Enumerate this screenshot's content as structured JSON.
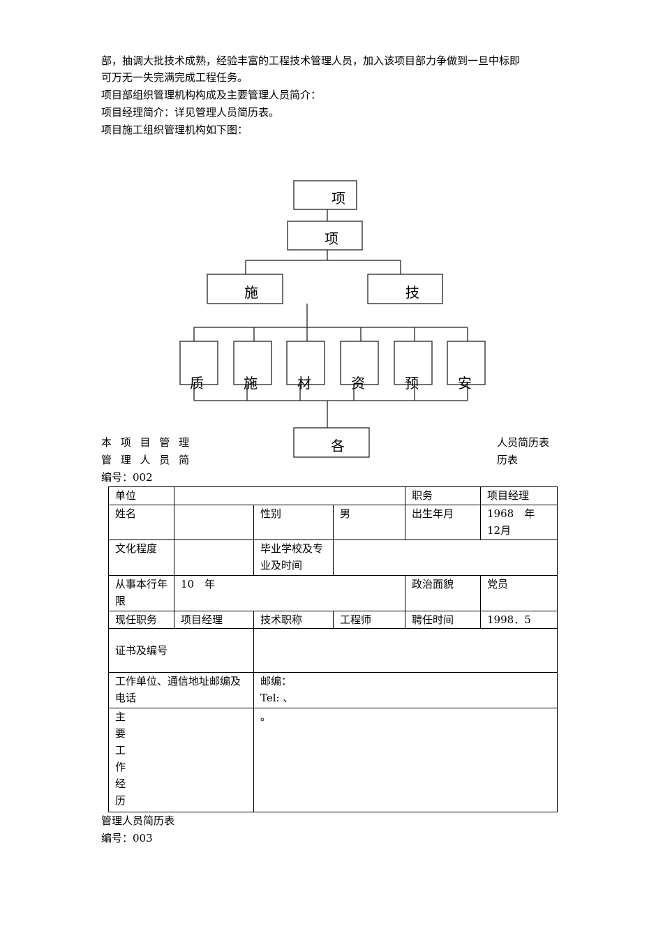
{
  "intro": [
    "部，抽调大批技术成熟，经验丰富的工程技术管理人员，加入该项目部力争做到一旦中标即",
    "可万无一失完满完成工程任务。",
    "项目部组织管理机构构成及主要管理人员简介：",
    "项目经理简介：详见管理人员简历表。",
    "项目施工组织管理机构如下图："
  ],
  "org": {
    "top": "项",
    "second": "项",
    "left": "施",
    "right": "技",
    "depts": [
      "质",
      "施",
      "材",
      "资",
      "预",
      "安"
    ],
    "bottom": "各"
  },
  "side": {
    "l1": "本 项 目 管 理",
    "l2": "管 理 人 员 简",
    "r1": "人员简历表",
    "r2": "历表",
    "no1": "编号：002"
  },
  "table": {
    "unit_label": "单位",
    "duty_label": "职务",
    "duty": "项目经理",
    "name_label": "姓名",
    "sex_label": "性别",
    "sex": "男",
    "birth_label": "出生年月",
    "birth": "1968　年　12月",
    "edu_label": "文化程度",
    "school_label": "毕业学校及专业及时间",
    "years_label": "从事本行年限",
    "years": "10　年",
    "politics_label": "政治面貌",
    "politics": "党员",
    "post_label": "现任职务",
    "post": "项目经理",
    "title_label": "技术职称",
    "title": "工程师",
    "hire_label": "聘任时间",
    "hire": "1998．5",
    "cert_label": "证书及编号",
    "addr_label": "工作单位、通信地址邮编及电话",
    "zip": "邮编：",
    "tel": "Tel:  、",
    "exp_label": "主要工作经历",
    "exp": "。"
  },
  "footer": {
    "title": "管理人员简历表",
    "no": "编号：003"
  }
}
